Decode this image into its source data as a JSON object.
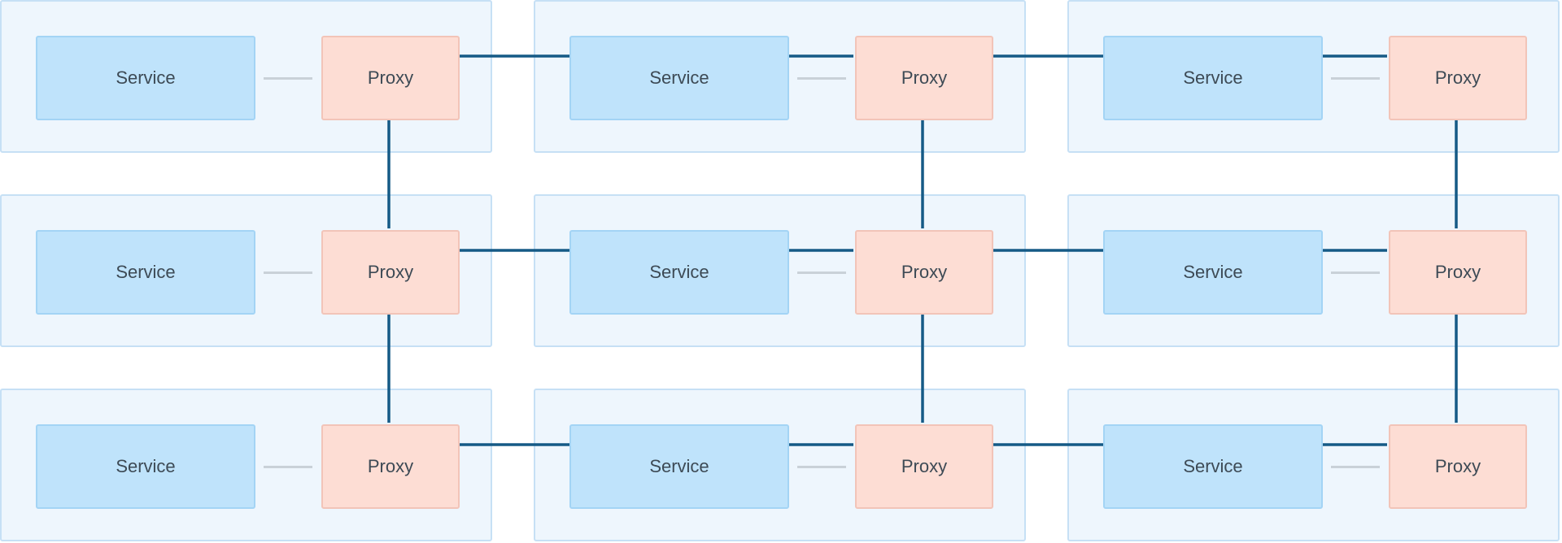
{
  "colors": {
    "pod_background": "#eef6fd",
    "pod_border": "#c6e0f5",
    "service_fill": "#bfe3fb",
    "service_border": "#a3d4f5",
    "proxy_fill": "#fdddd4",
    "proxy_border": "#f2c4b8",
    "mesh_line": "#155a86",
    "service_proxy_link": "#c9d1d8",
    "text": "#3d4a55"
  },
  "grid": {
    "rows": 3,
    "columns": 3,
    "pods": [
      {
        "service": {
          "label": "Service",
          "icon": "service-box"
        },
        "proxy": {
          "label": "Proxy",
          "icon": "proxy-box"
        }
      },
      {
        "service": {
          "label": "Service",
          "icon": "service-box"
        },
        "proxy": {
          "label": "Proxy",
          "icon": "proxy-box"
        }
      },
      {
        "service": {
          "label": "Service",
          "icon": "service-box"
        },
        "proxy": {
          "label": "Proxy",
          "icon": "proxy-box"
        }
      },
      {
        "service": {
          "label": "Service",
          "icon": "service-box"
        },
        "proxy": {
          "label": "Proxy",
          "icon": "proxy-box"
        }
      },
      {
        "service": {
          "label": "Service",
          "icon": "service-box"
        },
        "proxy": {
          "label": "Proxy",
          "icon": "proxy-box"
        }
      },
      {
        "service": {
          "label": "Service",
          "icon": "service-box"
        },
        "proxy": {
          "label": "Proxy",
          "icon": "proxy-box"
        }
      },
      {
        "service": {
          "label": "Service",
          "icon": "service-box"
        },
        "proxy": {
          "label": "Proxy",
          "icon": "proxy-box"
        }
      },
      {
        "service": {
          "label": "Service",
          "icon": "service-box"
        },
        "proxy": {
          "label": "Proxy",
          "icon": "proxy-box"
        }
      },
      {
        "service": {
          "label": "Service",
          "icon": "service-box"
        },
        "proxy": {
          "label": "Proxy",
          "icon": "proxy-box"
        }
      }
    ]
  },
  "mesh_connections": {
    "horizontal": [
      {
        "from": 0,
        "to": 1
      },
      {
        "from": 1,
        "to": 2
      },
      {
        "from": 3,
        "to": 4
      },
      {
        "from": 4,
        "to": 5
      },
      {
        "from": 6,
        "to": 7
      },
      {
        "from": 7,
        "to": 8
      }
    ],
    "vertical": [
      {
        "from": 0,
        "to": 3
      },
      {
        "from": 3,
        "to": 6
      },
      {
        "from": 1,
        "to": 4
      },
      {
        "from": 4,
        "to": 7
      },
      {
        "from": 2,
        "to": 5
      },
      {
        "from": 5,
        "to": 8
      }
    ]
  }
}
